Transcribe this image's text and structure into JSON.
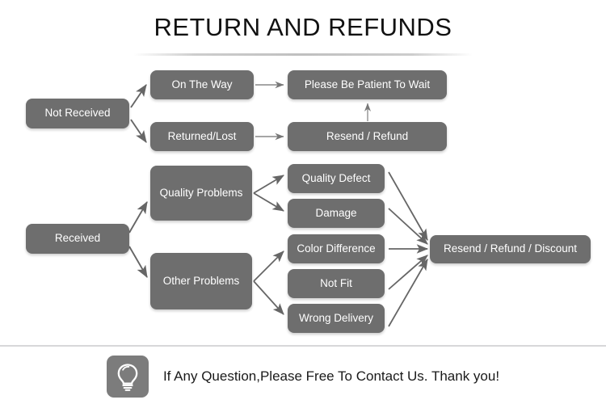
{
  "page": {
    "title": "RETURN AND REFUNDS",
    "background": "#ffffff",
    "node_color": "#6e6e6e",
    "node_text_color": "#ffffff",
    "arrow_color": "#666666",
    "divider_color": "#d7d7d9"
  },
  "diagram": {
    "nodes": {
      "not_received": "Not Received",
      "on_the_way": "On The Way",
      "returned_lost": "Returned/Lost",
      "please_be_patient": "Please Be Patient To Wait",
      "resend_refund": "Resend / Refund",
      "received": "Received",
      "quality_problems": "Quality Problems",
      "other_problems": "Other Problems",
      "quality_defect": "Quality Defect",
      "damage": "Damage",
      "color_difference": "Color Difference",
      "not_fit": "Not Fit",
      "wrong_delivery": "Wrong Delivery",
      "resend_refund_discount": "Resend / Refund / Discount"
    },
    "edges": [
      {
        "from": "not_received",
        "to": "on_the_way"
      },
      {
        "from": "not_received",
        "to": "returned_lost"
      },
      {
        "from": "on_the_way",
        "to": "please_be_patient"
      },
      {
        "from": "returned_lost",
        "to": "resend_refund"
      },
      {
        "from": "resend_refund",
        "to": "please_be_patient"
      },
      {
        "from": "received",
        "to": "quality_problems"
      },
      {
        "from": "received",
        "to": "other_problems"
      },
      {
        "from": "quality_problems",
        "to": "quality_defect"
      },
      {
        "from": "quality_problems",
        "to": "damage"
      },
      {
        "from": "other_problems",
        "to": "color_difference"
      },
      {
        "from": "other_problems",
        "to": "wrong_delivery"
      },
      {
        "from": "quality_defect",
        "to": "resend_refund_discount"
      },
      {
        "from": "damage",
        "to": "resend_refund_discount"
      },
      {
        "from": "color_difference",
        "to": "resend_refund_discount"
      },
      {
        "from": "not_fit",
        "to": "resend_refund_discount"
      },
      {
        "from": "wrong_delivery",
        "to": "resend_refund_discount"
      }
    ]
  },
  "footer": {
    "icon": "lightbulb-icon",
    "message": "If Any Question,Please Free To Contact Us. Thank you!"
  }
}
